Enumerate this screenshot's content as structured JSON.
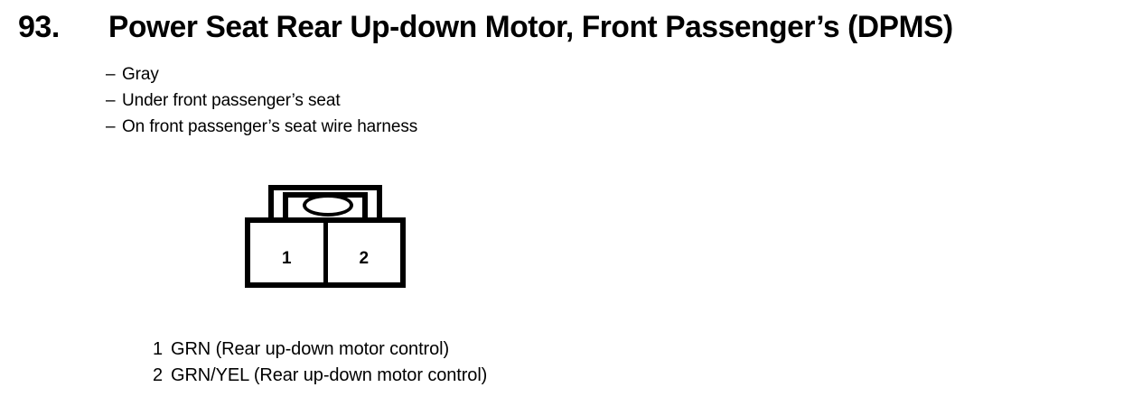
{
  "entry": {
    "number": "93.",
    "title": "Power Seat Rear Up-down Motor, Front Passenger’s (DPMS)"
  },
  "attributes": {
    "dash": "–",
    "items": [
      {
        "text": "Gray"
      },
      {
        "text": "Under front passenger’s seat"
      },
      {
        "text": "On front passenger’s seat wire harness"
      }
    ]
  },
  "connector": {
    "name": "2-cavity-connector",
    "cavities": [
      {
        "number": "1"
      },
      {
        "number": "2"
      }
    ]
  },
  "pin_legend": {
    "rows": [
      {
        "pin": "1",
        "description": "GRN (Rear up-down motor control)"
      },
      {
        "pin": "2",
        "description": "GRN/YEL (Rear up-down motor control)"
      }
    ]
  },
  "colors": {
    "ink": "#000000",
    "page": "#ffffff"
  }
}
